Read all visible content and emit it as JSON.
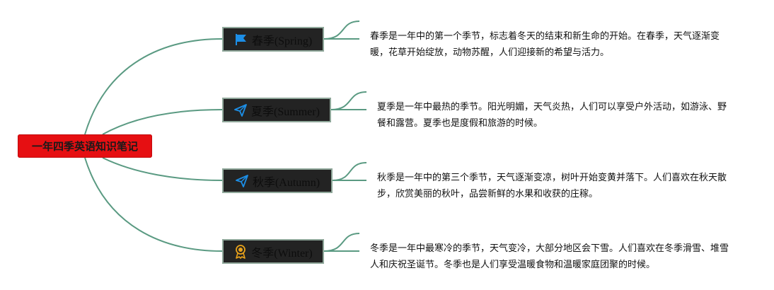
{
  "root": {
    "title": "一年四季英语知识笔记"
  },
  "seasons": [
    {
      "label": "春季(Spring)",
      "icon": "flag-icon",
      "icon_color": "#1c8ee6",
      "description": "春季是一年中的第一个季节，标志着冬天的结束和新生命的开始。在春季，天气逐渐变暖，花草开始绽放，动物苏醒，人们迎接新的希望与活力。"
    },
    {
      "label": "夏季(Summer)",
      "icon": "paper-plane-icon",
      "icon_color": "#1c8ee6",
      "description": "夏季是一年中最热的季节。阳光明媚，天气炎热，人们可以享受户外活动，如游泳、野餐和露营。夏季也是度假和旅游的时候。"
    },
    {
      "label": "秋季(Autumn)",
      "icon": "paper-plane-icon",
      "icon_color": "#1c8ee6",
      "description": "秋季是一年中的第三个季节，天气逐渐变凉，树叶开始变黄并落下。人们喜欢在秋天散步，欣赏美丽的秋叶，品尝新鲜的水果和收获的庄稼。"
    },
    {
      "label": "冬季(Winter)",
      "icon": "award-medal-icon",
      "icon_color": "#e8a21b",
      "description": "冬季是一年中最寒冷的季节，天气变冷，大部分地区会下雪。人们喜欢在冬季滑雪、堆雪人和庆祝圣诞节。冬季也是人们享受温暖食物和温暖家庭团聚的时候。"
    }
  ],
  "colors": {
    "root_fill": "#e60f12",
    "node_fill": "#232323",
    "node_border": "#8fa79a",
    "connector": "#5a9a82"
  }
}
